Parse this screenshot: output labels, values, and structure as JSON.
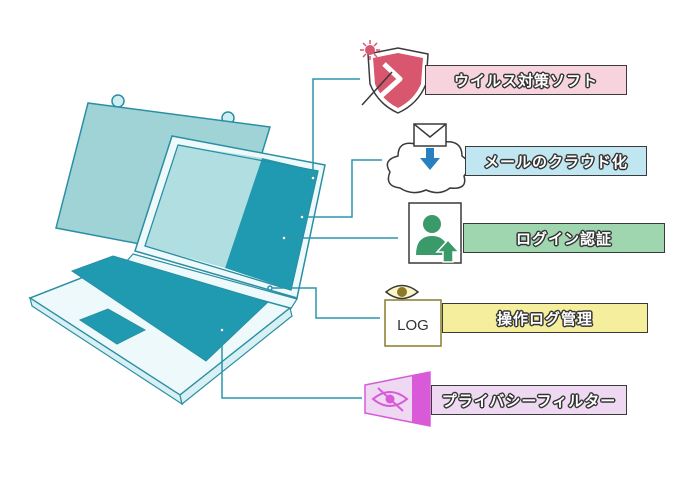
{
  "features": [
    {
      "id": "antivirus",
      "label": "ウイルス対策ソフト",
      "color": "#f7d3de",
      "icon": "shield-virus-icon"
    },
    {
      "id": "cloud-mail",
      "label": "メールのクラウド化",
      "color": "#bfe6f1",
      "icon": "cloud-mail-icon"
    },
    {
      "id": "login-auth",
      "label": "ログイン認証",
      "color": "#9fd6b0",
      "icon": "user-login-icon"
    },
    {
      "id": "operation-log",
      "label": "操作ログ管理",
      "color": "#f5ee9c",
      "icon": "log-eye-icon"
    },
    {
      "id": "privacy-filter",
      "label": "プライバシーフィルター",
      "color": "#efd8f2",
      "icon": "privacy-eye-icon"
    }
  ],
  "icons": {
    "log_text": "LOG"
  },
  "colors": {
    "screen_teal": "#1f9ab0",
    "filter_teal": "#9fd3d6",
    "outline": "#2a8fa3",
    "leader": "#2a95ad",
    "shield": "#d9566f",
    "log_frame": "#8b7a2a",
    "privacy": "#d95ad9"
  }
}
